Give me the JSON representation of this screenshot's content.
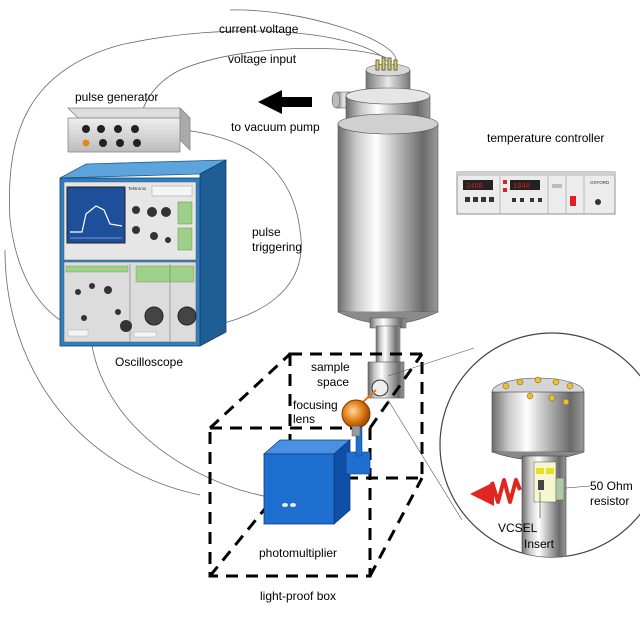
{
  "labels": {
    "current_voltage": "current voltage",
    "voltage_input": "voltage input",
    "pulse_generator": "pulse generator",
    "to_vacuum_pump": "to vacuum pump",
    "temperature_controller": "temperature controller",
    "pulse_triggering_1": "pulse",
    "pulse_triggering_2": "triggering",
    "oscilloscope": "Oscilloscope",
    "sample_space_1": "sample",
    "sample_space_2": "space",
    "focusing_lens_1": "focusing",
    "focusing_lens_2": "lens",
    "photomultiplier": "photomultiplier",
    "light_proof_box": "light-proof box",
    "resistor_1": "50 Ohm",
    "resistor_2": "resistor",
    "vcsel": "VCSEL",
    "insert": "Insert"
  },
  "device_text": {
    "scope_brand": "Tektronix",
    "controller_brand": "OXFORD"
  },
  "colors": {
    "oscilloscope_case": "#2f7fc2",
    "photomultiplier": "#1f6fd0",
    "screen": "#1d4f9a",
    "trace": "#ffffff",
    "lens": "#e07a10",
    "signal": "#e0271f",
    "panel_green": "#9fd08a"
  }
}
